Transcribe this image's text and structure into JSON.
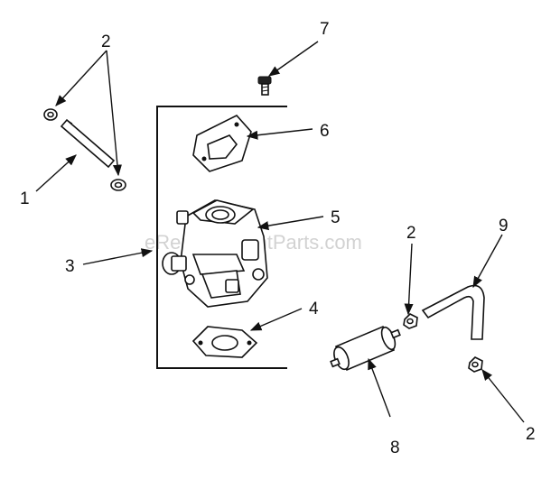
{
  "watermark": "eReplacementParts.com",
  "callouts": {
    "c1": "1",
    "c2_top": "2",
    "c2_mid": "2",
    "c2_bottom": "2",
    "c3": "3",
    "c4": "4",
    "c5": "5",
    "c6": "6",
    "c7": "7",
    "c8": "8",
    "c9": "9"
  }
}
